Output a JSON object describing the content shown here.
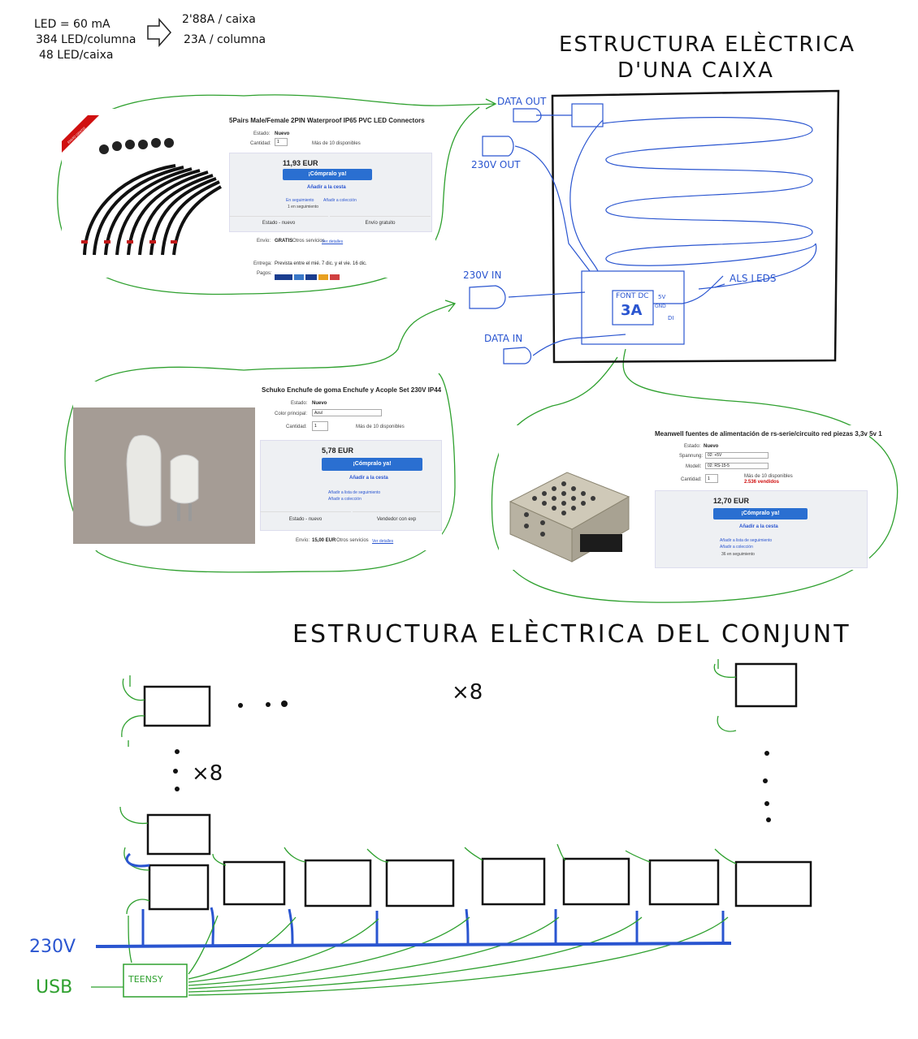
{
  "notes": {
    "led_ma": "LED = 60 mA",
    "led_col": "384 LED/columna",
    "led_box": "48 LED/caixa",
    "amp_box": "2'88A / caixa",
    "amp_col": "23A / columna"
  },
  "box_title": {
    "line1": "ESTRUCTURA ELÈCTRICA",
    "line2": "D'UNA CAIXA"
  },
  "set_title": "ESTRUCTURA ELÈCTRICA DEL CONJUNT",
  "box_labels": {
    "data_out": "DATA OUT",
    "v230_out": "230V OUT",
    "v230_in": "230V IN",
    "data_in": "DATA IN",
    "font_dc": "FONT DC",
    "font_amp": "3A",
    "als_leds": "ALS LEDS",
    "v5": "5V",
    "gnd": "GND",
    "di": "DI"
  },
  "set_labels": {
    "x8_top": "×8",
    "x8_left": "×8",
    "v230": "230V",
    "usb": "USB",
    "teensy": "TEENSY"
  },
  "colors": {
    "blue": "#2a55d0",
    "green": "#2ea02e",
    "ebay_button": "#2a6fd1"
  },
  "product_connectors": {
    "title": "5Pairs Male/Female 2PIN Waterproof IP65 PVC LED Connectors",
    "estado_label": "Estado:",
    "estado_value": "Nuevo",
    "cantidad_label": "Cantidad:",
    "cantidad_value": "1",
    "disponibles": "Más de 10 disponibles",
    "price": "11,93 EUR",
    "buy": "¡Cómpralo ya!",
    "cart": "Añadir a la cesta",
    "follow": "En seguimiento",
    "collection": "Añadir a colección",
    "followers": "1 en seguimiento",
    "tab1": "Estado - nuevo",
    "tab2": "Envío gratuito",
    "envio_label": "Envío:",
    "envio_value": "GRATIS",
    "envio_rest": "Otros servicios",
    "ver_detalles": "Ver detalles",
    "entrega_label": "Entrega:",
    "entrega_value": "Prevista entre el mié. 7 dic. y el vie. 16 dic.",
    "pagos_label": "Pagos:",
    "badge": "ENVÍO GRATIS"
  },
  "product_schuko": {
    "title": "Schuko Enchufe de goma Enchufe y Acople Set 230V IP44",
    "estado_label": "Estado:",
    "estado_value": "Nuevo",
    "color_label": "Color principal:",
    "color_value": "Azul",
    "cantidad_label": "Cantidad:",
    "cantidad_value": "1",
    "disponibles": "Más de 10 disponibles",
    "price": "5,78 EUR",
    "buy": "¡Cómpralo ya!",
    "cart": "Añadir a la cesta",
    "watch": "Añadir a lista de seguimiento",
    "collection": "Añadir a colección",
    "tab1": "Estado - nuevo",
    "tab2": "Vendedor con exp",
    "envio_label": "Envío:",
    "envio_value": "15,00 EUR",
    "envio_rest": "Otros servicios",
    "ver_detalles": "Ver detalles"
  },
  "product_meanwell": {
    "title": "Meanwell fuentes de alimentación de rs-serie/circuito red piezas 3,3v 5v 1",
    "estado_label": "Estado:",
    "estado_value": "Nuevo",
    "spannung_label": "Spannung:",
    "spannung_value": "02: +5V",
    "modell_label": "Modell:",
    "modell_value": "02: RS-15-5",
    "cantidad_label": "Cantidad:",
    "cantidad_value": "1",
    "disponibles": "Más de 10 disponibles",
    "vendidos": "2.536 vendidos",
    "price": "12,70 EUR",
    "buy": "¡Cómpralo ya!",
    "cart": "Añadir a la cesta",
    "watch": "Añadir a lista de seguimiento",
    "collection": "Añadir a colección",
    "followers": "36 en seguimiento"
  }
}
